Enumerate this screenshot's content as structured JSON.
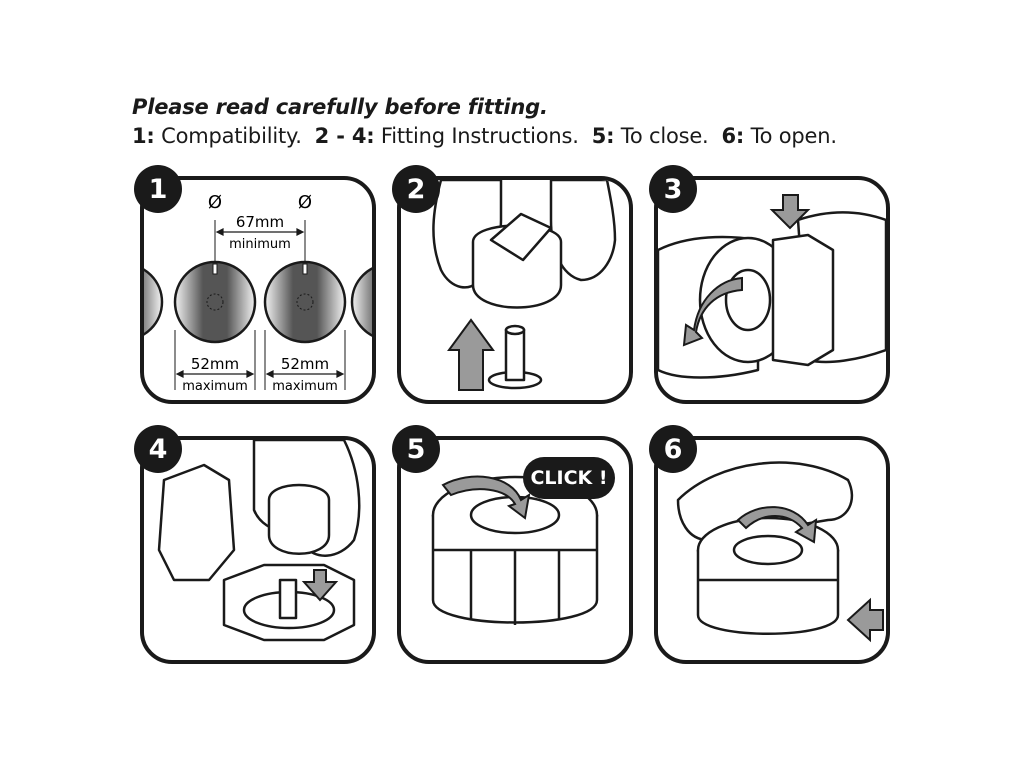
{
  "header": {
    "title": "Please read carefully before fitting.",
    "subtitle": [
      {
        "num": "1:",
        "text": " Compatibility."
      },
      {
        "num": "2 - 4:",
        "text": " Fitting Instructions."
      },
      {
        "num": "5:",
        "text": " To close."
      },
      {
        "num": "6:",
        "text": " To open."
      }
    ]
  },
  "panels": [
    {
      "number": "1"
    },
    {
      "number": "2"
    },
    {
      "number": "3"
    },
    {
      "number": "4"
    },
    {
      "number": "5"
    },
    {
      "number": "6"
    }
  ],
  "panel1": {
    "diameter_symbol": "Ø",
    "spacing_value": "67mm",
    "spacing_label": "minimum",
    "knob_left_value": "52mm",
    "knob_left_label": "maximum",
    "knob_right_value": "52mm",
    "knob_right_label": "maximum"
  },
  "panel5": {
    "click_label": "CLICK !"
  },
  "colors": {
    "ink": "#1a1a1a",
    "arrow_fill": "#9a9a9a",
    "knob_shade": "#5a5a5a"
  }
}
